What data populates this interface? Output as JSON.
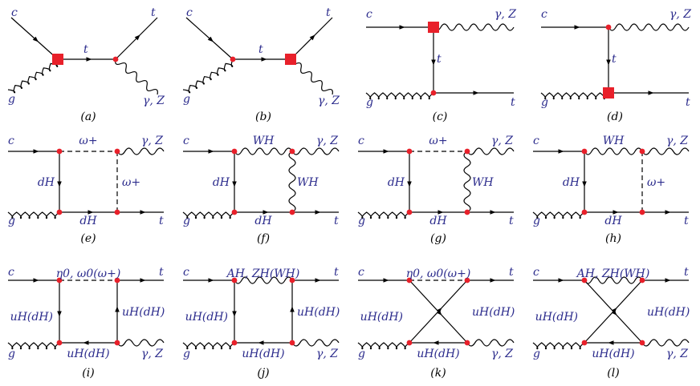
{
  "diagrams": [
    {
      "caption": "(a)",
      "labels": {
        "c": "c",
        "g": "g",
        "t_int": "t",
        "t_out": "t",
        "boson": "γ, Z"
      }
    },
    {
      "caption": "(b)",
      "labels": {
        "c": "c",
        "g": "g",
        "t_int": "t",
        "t_out": "t",
        "boson": "γ, Z"
      }
    },
    {
      "caption": "(c)",
      "labels": {
        "c": "c",
        "g": "g",
        "t_int": "t",
        "t_out": "t",
        "boson": "γ, Z"
      }
    },
    {
      "caption": "(d)",
      "labels": {
        "c": "c",
        "g": "g",
        "t_int": "t",
        "t_out": "t",
        "boson": "γ, Z"
      }
    },
    {
      "caption": "(e)",
      "labels": {
        "c": "c",
        "g": "g",
        "top": "ω+",
        "left": "dH",
        "bottom": "dH",
        "right": "ω+",
        "t_out": "t",
        "boson": "γ, Z"
      }
    },
    {
      "caption": "(f)",
      "labels": {
        "c": "c",
        "g": "g",
        "top": "WH",
        "left": "dH",
        "bottom": "dH",
        "right": "WH",
        "t_out": "t",
        "boson": "γ, Z"
      }
    },
    {
      "caption": "(g)",
      "labels": {
        "c": "c",
        "g": "g",
        "top": "ω+",
        "left": "dH",
        "bottom": "dH",
        "right": "WH",
        "t_out": "t",
        "boson": "γ, Z"
      }
    },
    {
      "caption": "(h)",
      "labels": {
        "c": "c",
        "g": "g",
        "top": "WH",
        "left": "dH",
        "bottom": "dH",
        "right": "ω+",
        "t_out": "t",
        "boson": "γ, Z"
      }
    },
    {
      "caption": "(i)",
      "labels": {
        "c": "c",
        "g": "g",
        "top": "η0, ω0(ω+)",
        "left": "uH(dH)",
        "bottom": "uH(dH)",
        "right": "uH(dH)",
        "t_out": "t",
        "boson": "γ, Z"
      }
    },
    {
      "caption": "(j)",
      "labels": {
        "c": "c",
        "g": "g",
        "top": "AH, ZH(WH)",
        "left": "uH(dH)",
        "bottom": "uH(dH)",
        "right": "uH(dH)",
        "t_out": "t",
        "boson": "γ, Z"
      }
    },
    {
      "caption": "(k)",
      "labels": {
        "c": "c",
        "g": "g",
        "top": "η0, ω0(ω+)",
        "left": "uH(dH)",
        "bottom": "uH(dH)",
        "right": "uH(dH)",
        "t_out": "t",
        "boson": "γ, Z"
      }
    },
    {
      "caption": "(l)",
      "labels": {
        "c": "c",
        "g": "g",
        "top": "AH, ZH(WH)",
        "left": "uH(dH)",
        "bottom": "uH(dH)",
        "right": "uH(dH)",
        "t_out": "t",
        "boson": "γ, Z"
      }
    }
  ],
  "colors": {
    "vertex": "#e8202a",
    "label": "#2b2b8c",
    "line": "#000000"
  }
}
